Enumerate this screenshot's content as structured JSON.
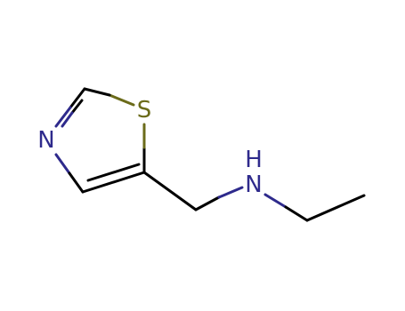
{
  "molecule": {
    "colors": {
      "carbon_bond": "#000000",
      "nitrogen": "#2e2a8c",
      "sulfur": "#6b6b1a",
      "background": "#ffffff"
    },
    "atoms": {
      "sulfur": {
        "label": "S",
        "element": "S"
      },
      "nitrogen_ring": {
        "label": "N",
        "element": "N"
      },
      "nitrogen_amine": {
        "label": "N",
        "element": "N"
      },
      "hydrogen_amine": {
        "label": "H",
        "element": "H"
      }
    }
  }
}
